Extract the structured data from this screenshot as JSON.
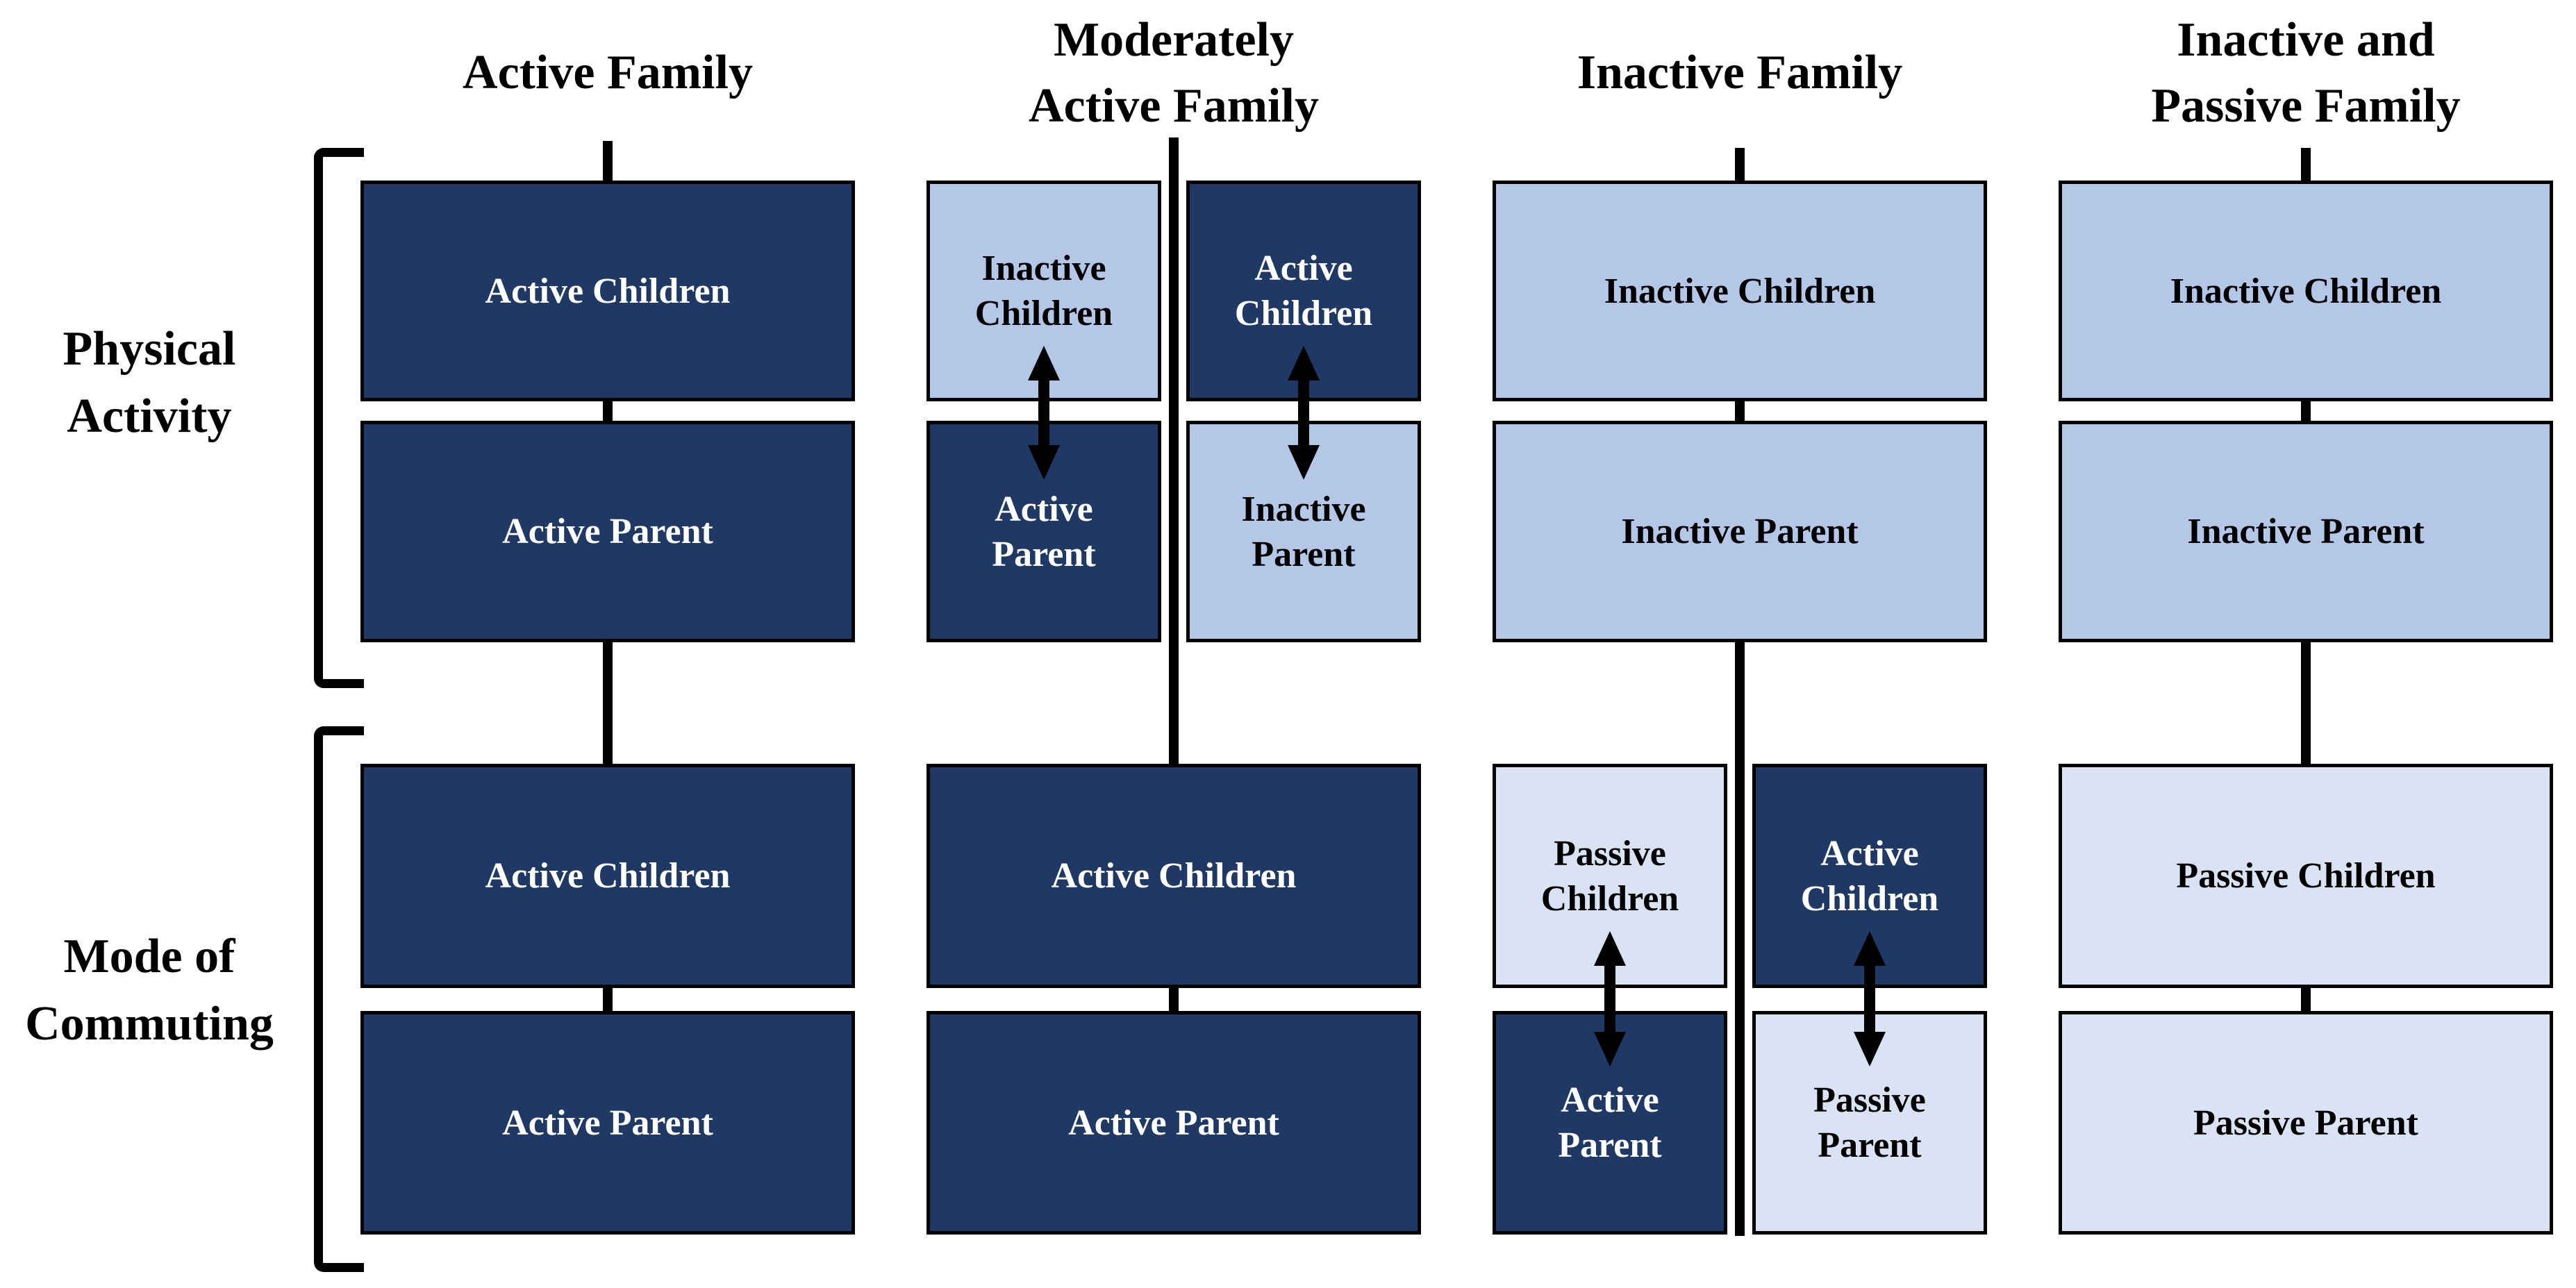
{
  "page": {
    "background": "#ffffff"
  },
  "colors": {
    "dark_box": "#1F3864",
    "light_box": "#B4C7E7",
    "lighter_box": "#DAE3F3",
    "line": "#000000",
    "text_on_dark": "#FFFFFF",
    "text_on_light": "#000000"
  },
  "row_groups": [
    {
      "line1": "Physical",
      "line2": "Activity"
    },
    {
      "line1": "Mode of",
      "line2": "Commuting"
    }
  ],
  "columns": [
    {
      "title_lines": [
        "Active Family"
      ],
      "physical_activity": {
        "layout": "stacked",
        "boxes": [
          {
            "label": "Active Children",
            "tone": "dark"
          },
          {
            "label": "Active Parent",
            "tone": "dark"
          }
        ]
      },
      "mode_of_commuting": {
        "layout": "stacked",
        "boxes": [
          {
            "label": "Active Children",
            "tone": "dark"
          },
          {
            "label": "Active Parent",
            "tone": "dark"
          }
        ]
      }
    },
    {
      "title_lines": [
        "Moderately",
        "Active Family"
      ],
      "physical_activity": {
        "layout": "split",
        "left": [
          {
            "label": "Inactive Children",
            "tone": "light"
          },
          {
            "label": "Active Parent",
            "tone": "dark"
          }
        ],
        "right": [
          {
            "label": "Active Children",
            "tone": "dark"
          },
          {
            "label": "Inactive Parent",
            "tone": "light"
          }
        ]
      },
      "mode_of_commuting": {
        "layout": "stacked",
        "boxes": [
          {
            "label": "Active Children",
            "tone": "dark"
          },
          {
            "label": "Active Parent",
            "tone": "dark"
          }
        ]
      }
    },
    {
      "title_lines": [
        "Inactive Family"
      ],
      "physical_activity": {
        "layout": "stacked",
        "boxes": [
          {
            "label": "Inactive Children",
            "tone": "light"
          },
          {
            "label": "Inactive Parent",
            "tone": "light"
          }
        ]
      },
      "mode_of_commuting": {
        "layout": "split",
        "left": [
          {
            "label": "Passive Children",
            "tone": "lighter"
          },
          {
            "label": "Active Parent",
            "tone": "dark"
          }
        ],
        "right": [
          {
            "label": "Active Children",
            "tone": "dark"
          },
          {
            "label": "Passive Parent",
            "tone": "lighter"
          }
        ]
      }
    },
    {
      "title_lines": [
        "Inactive and",
        "Passive Family"
      ],
      "physical_activity": {
        "layout": "stacked",
        "boxes": [
          {
            "label": "Inactive Children",
            "tone": "light"
          },
          {
            "label": "Inactive Parent",
            "tone": "light"
          }
        ]
      },
      "mode_of_commuting": {
        "layout": "stacked",
        "boxes": [
          {
            "label": "Passive Children",
            "tone": "lighter"
          },
          {
            "label": "Passive Parent",
            "tone": "lighter"
          }
        ]
      }
    }
  ]
}
